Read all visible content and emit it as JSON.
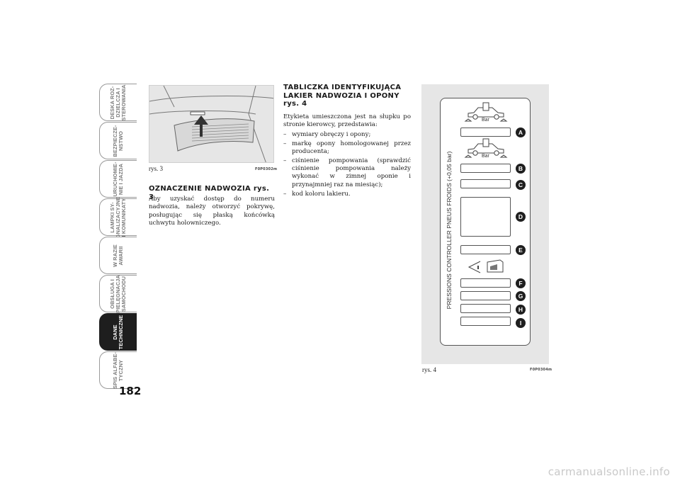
{
  "tabs": [
    {
      "label": "DESKA ROZ-\nDZIELCZA I\nSTEROWANIA",
      "active": false
    },
    {
      "label": "BEZPIECZE-\nNSTWO",
      "active": false
    },
    {
      "label": "URUCHOMIE-\nNIE I JAZDA",
      "active": false
    },
    {
      "label": "LAMPKI SY-\nGNALIZACYJNE\nI KOMUNIKATY",
      "active": false
    },
    {
      "label": "W RAZIE\nAWARII",
      "active": false
    },
    {
      "label": "OBSŁUGA I\nPIELĘGNACJA\nSAMOCHODU",
      "active": false
    },
    {
      "label": "DANE\nTECHNICZNE",
      "active": true
    },
    {
      "label": "SPIS ALFABE-\nTYCZNY",
      "active": false
    }
  ],
  "page_number": "182",
  "figure3": {
    "caption": "rys. 3",
    "code": "F0P0302m"
  },
  "section1": {
    "heading": "OZNACZENIE NADWOZIA rys. 3",
    "body": "Aby uzyskać dostęp do numeru nadwozia, należy otworzyć pokrywę, posługując się płaską końcówką uchwytu holowniczego."
  },
  "section2": {
    "heading_line1": "TABLICZKA IDENTYFIKUJĄCA",
    "heading_line2": "LAKIER NADWOZIA I OPONY",
    "heading_line3": "rys. 4",
    "intro": "Etykieta umieszczona jest na słupku po stronie kierowcy, przedstawia:",
    "items": [
      "wymiary obręczy i opony;",
      "markę opony homologowanej przez producenta;",
      "ciśnienie pompowania (sprawdzić ciśnienie pompowania należy wykonać w zimnej oponie i przynajmniej raz na miesiąc);",
      " kod koloru lakieru."
    ]
  },
  "figure4": {
    "caption": "rys. 4",
    "code": "F0P0304m",
    "vertical_text": "PRESSIONS CONTROLLER PNEUS FROIDS (+0,05 bar)",
    "bar_label": "Bar",
    "letters": [
      "A",
      "B",
      "C",
      "D",
      "E",
      "F",
      "G",
      "H",
      "I"
    ]
  },
  "watermark": "carmanualsonline.info"
}
